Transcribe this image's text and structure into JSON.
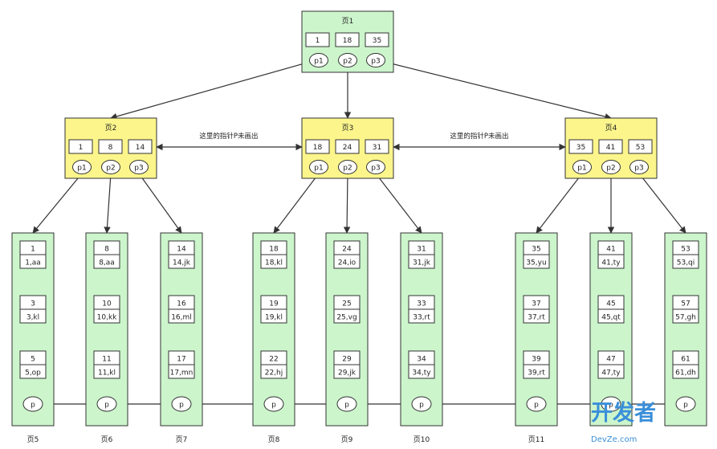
{
  "colors": {
    "root": "#ccf5cc",
    "internal": "#fbf58c",
    "leaf": "#ccf5cc",
    "border": "#333333",
    "watermark": "#3a8fd9"
  },
  "root": {
    "title": "页1",
    "keys": [
      "1",
      "18",
      "35"
    ],
    "pointers": [
      "p1",
      "p2",
      "p3"
    ]
  },
  "internal": [
    {
      "title": "页2",
      "keys": [
        "1",
        "8",
        "14"
      ],
      "pointers": [
        "p1",
        "p2",
        "p3"
      ]
    },
    {
      "title": "页3",
      "keys": [
        "18",
        "24",
        "31"
      ],
      "pointers": [
        "p1",
        "p2",
        "p3"
      ]
    },
    {
      "title": "页4",
      "keys": [
        "35",
        "41",
        "53"
      ],
      "pointers": [
        "p1",
        "p2",
        "p3"
      ]
    }
  ],
  "notes": [
    "这里的指针P未画出",
    "这里的指针P未画出"
  ],
  "leaves": [
    {
      "title": "页5",
      "rows": [
        [
          "1",
          "1,aa"
        ],
        [
          "3",
          "3,kl"
        ],
        [
          "5",
          "5,op"
        ]
      ],
      "pointer": "p"
    },
    {
      "title": "页6",
      "rows": [
        [
          "8",
          "8,aa"
        ],
        [
          "10",
          "10,kk"
        ],
        [
          "11",
          "11,kl"
        ]
      ],
      "pointer": "p"
    },
    {
      "title": "页7",
      "rows": [
        [
          "14",
          "14,jk"
        ],
        [
          "16",
          "16,ml"
        ],
        [
          "17",
          "17,mn"
        ]
      ],
      "pointer": "p"
    },
    {
      "title": "页8",
      "rows": [
        [
          "18",
          "18,kl"
        ],
        [
          "19",
          "19,kl"
        ],
        [
          "22",
          "22,hj"
        ]
      ],
      "pointer": "p"
    },
    {
      "title": "页9",
      "rows": [
        [
          "24",
          "24,io"
        ],
        [
          "25",
          "25,vg"
        ],
        [
          "29",
          "29,jk"
        ]
      ],
      "pointer": "p"
    },
    {
      "title": "页10",
      "rows": [
        [
          "31",
          "31,jk"
        ],
        [
          "33",
          "33,rt"
        ],
        [
          "34",
          "34,ty"
        ]
      ],
      "pointer": "p"
    },
    {
      "title": "页11",
      "rows": [
        [
          "35",
          "35,yu"
        ],
        [
          "37",
          "37,rt"
        ],
        [
          "39",
          "39,rt"
        ]
      ],
      "pointer": "p"
    },
    {
      "title": "",
      "rows": [
        [
          "41",
          "41,ty"
        ],
        [
          "45",
          "45,qt"
        ],
        [
          "47",
          "47,ty"
        ]
      ],
      "pointer": "p"
    },
    {
      "title": "",
      "rows": [
        [
          "53",
          "53,qi"
        ],
        [
          "57",
          "57,gh"
        ],
        [
          "61",
          "61,dh"
        ]
      ],
      "pointer": "p"
    }
  ],
  "watermark": {
    "line1": "开发者",
    "line2": "DevZe.com"
  }
}
